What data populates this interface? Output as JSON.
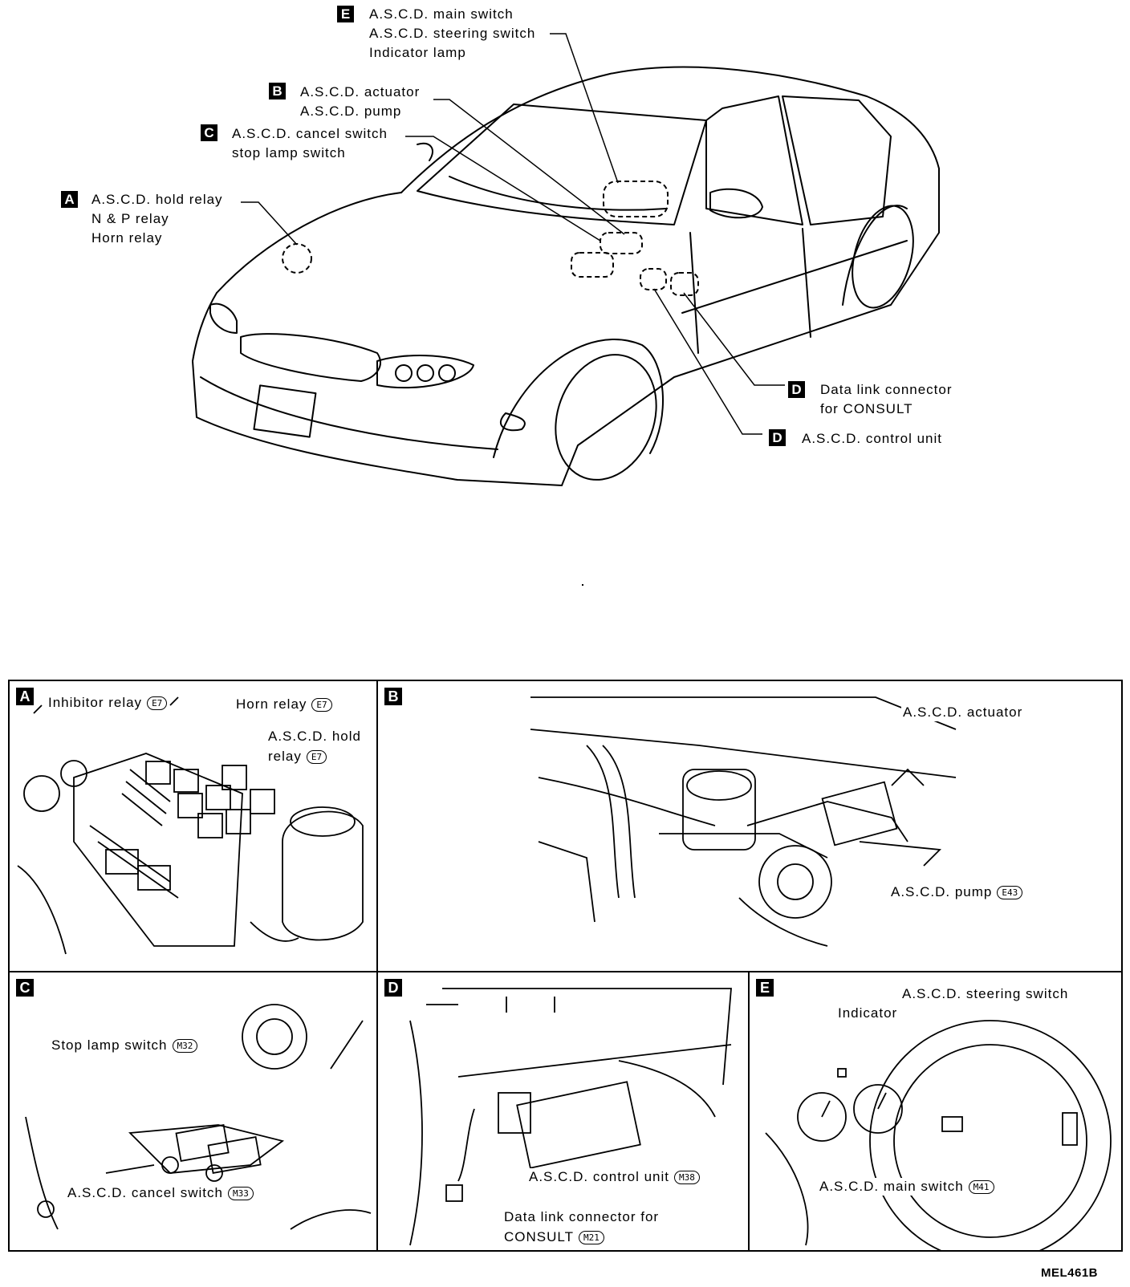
{
  "overview": {
    "E": {
      "badge": "E",
      "lines": [
        "A.S.C.D. main switch",
        "A.S.C.D. steering switch",
        "Indicator lamp"
      ]
    },
    "B": {
      "badge": "B",
      "lines": [
        "A.S.C.D. actuator",
        "A.S.C.D. pump"
      ]
    },
    "C": {
      "badge": "C",
      "lines": [
        "A.S.C.D. cancel switch",
        "stop lamp switch"
      ]
    },
    "A": {
      "badge": "A",
      "lines": [
        "A.S.C.D. hold relay",
        "N & P relay",
        "Horn relay"
      ]
    },
    "D1": {
      "badge": "D",
      "lines": [
        "Data link connector",
        "for CONSULT"
      ]
    },
    "D2": {
      "badge": "D",
      "lines": [
        "A.S.C.D. control unit"
      ]
    }
  },
  "panels": {
    "A": {
      "badge": "A",
      "inhibitor": "Inhibitor relay",
      "inhibitor_conn": "E7",
      "horn": "Horn relay",
      "horn_conn": "E7",
      "hold_1": "A.S.C.D. hold",
      "hold_2": "relay",
      "hold_conn": "E7"
    },
    "B": {
      "badge": "B",
      "actuator": "A.S.C.D. actuator",
      "pump": "A.S.C.D. pump",
      "pump_conn": "E43"
    },
    "C": {
      "badge": "C",
      "stop": "Stop lamp switch",
      "stop_conn": "M32",
      "cancel": "A.S.C.D. cancel switch",
      "cancel_conn": "M33"
    },
    "D": {
      "badge": "D",
      "control": "A.S.C.D. control unit",
      "control_conn": "M38",
      "dlc_1": "Data link connector for",
      "dlc_2": "CONSULT",
      "dlc_conn": "M21"
    },
    "E": {
      "badge": "E",
      "indicator": "Indicator",
      "steering": "A.S.C.D. steering switch",
      "main": "A.S.C.D. main switch",
      "main_conn": "M41"
    }
  },
  "figure_code": "MEL461B"
}
